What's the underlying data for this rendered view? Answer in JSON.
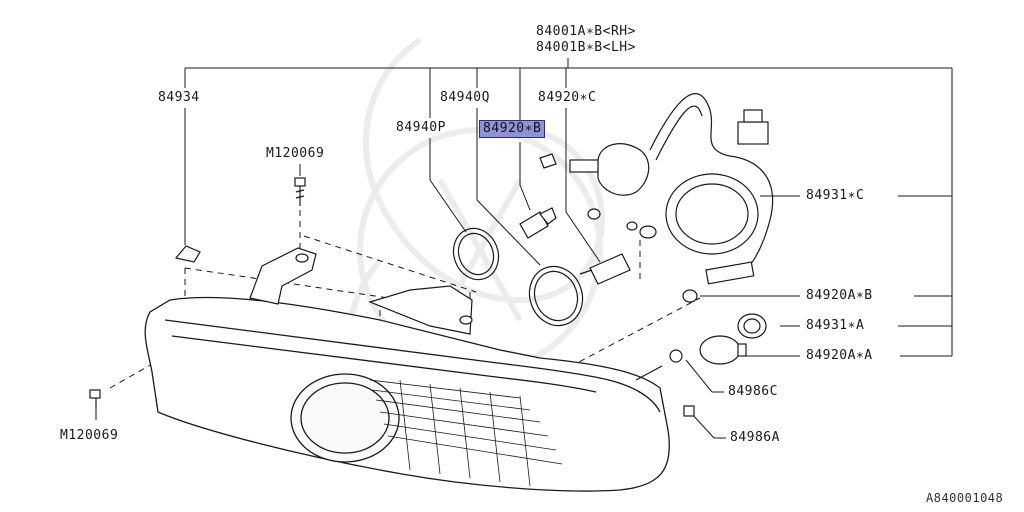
{
  "diagram": {
    "assembly_rh": "84001A∗B<RH>",
    "assembly_lh": "84001B∗B<LH>",
    "parts": {
      "p84934": "84934",
      "p84940q": "84940Q",
      "p84940p": "84940P",
      "p84920c": "84920∗C",
      "p84920b": "84920∗B",
      "m120069_top": "M120069",
      "m120069_bottom": "M120069",
      "p84931c": "84931∗C",
      "p84920ab": "84920A∗B",
      "p84931a": "84931∗A",
      "p84920aa": "84920A∗A",
      "p84986c": "84986C",
      "p84986a": "84986A"
    },
    "highlighted_part": "84920∗B",
    "figure_id": "A840001048",
    "colors": {
      "line": "#1a1a1a",
      "highlight_fill": "#8f93d6",
      "highlight_border": "#2d2f80",
      "watermark": "#ececec",
      "background": "#ffffff"
    }
  }
}
